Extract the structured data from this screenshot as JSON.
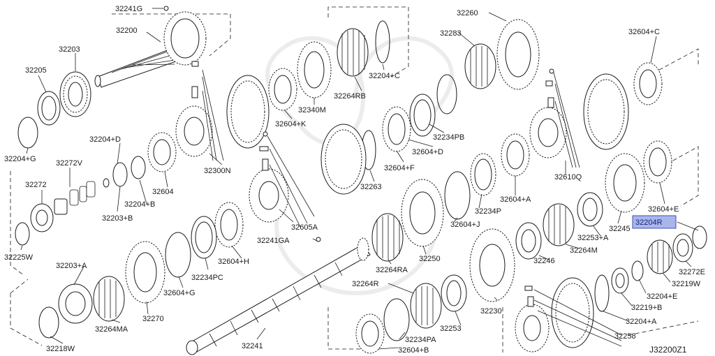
{
  "diagram": {
    "code": "J32200Z1",
    "highlighted_part": "32204R",
    "labels": [
      "32241G",
      "32200",
      "32203",
      "32205",
      "32204+G",
      "32204+D",
      "32272V",
      "32272",
      "32225W",
      "32203+B",
      "32204+B",
      "32604",
      "32300N",
      "32604+K",
      "32340M",
      "32264RB",
      "32204+C",
      "32283",
      "32260",
      "32604+C",
      "32234PB",
      "32604+D",
      "32604+F",
      "32263",
      "32605A",
      "32241GA",
      "32604+H",
      "32234PC",
      "32604+G",
      "32203+A",
      "32270",
      "32264MA",
      "32218W",
      "32241",
      "32264RA",
      "32250",
      "32264R",
      "32234P",
      "32604+J",
      "32604+A",
      "32610Q",
      "32604+E",
      "32245",
      "32253+A",
      "32264M",
      "32246",
      "32253",
      "32230",
      "32234PA",
      "32604+B",
      "32272E",
      "32219W",
      "32204+E",
      "32219+B",
      "32204+A",
      "32258"
    ]
  }
}
